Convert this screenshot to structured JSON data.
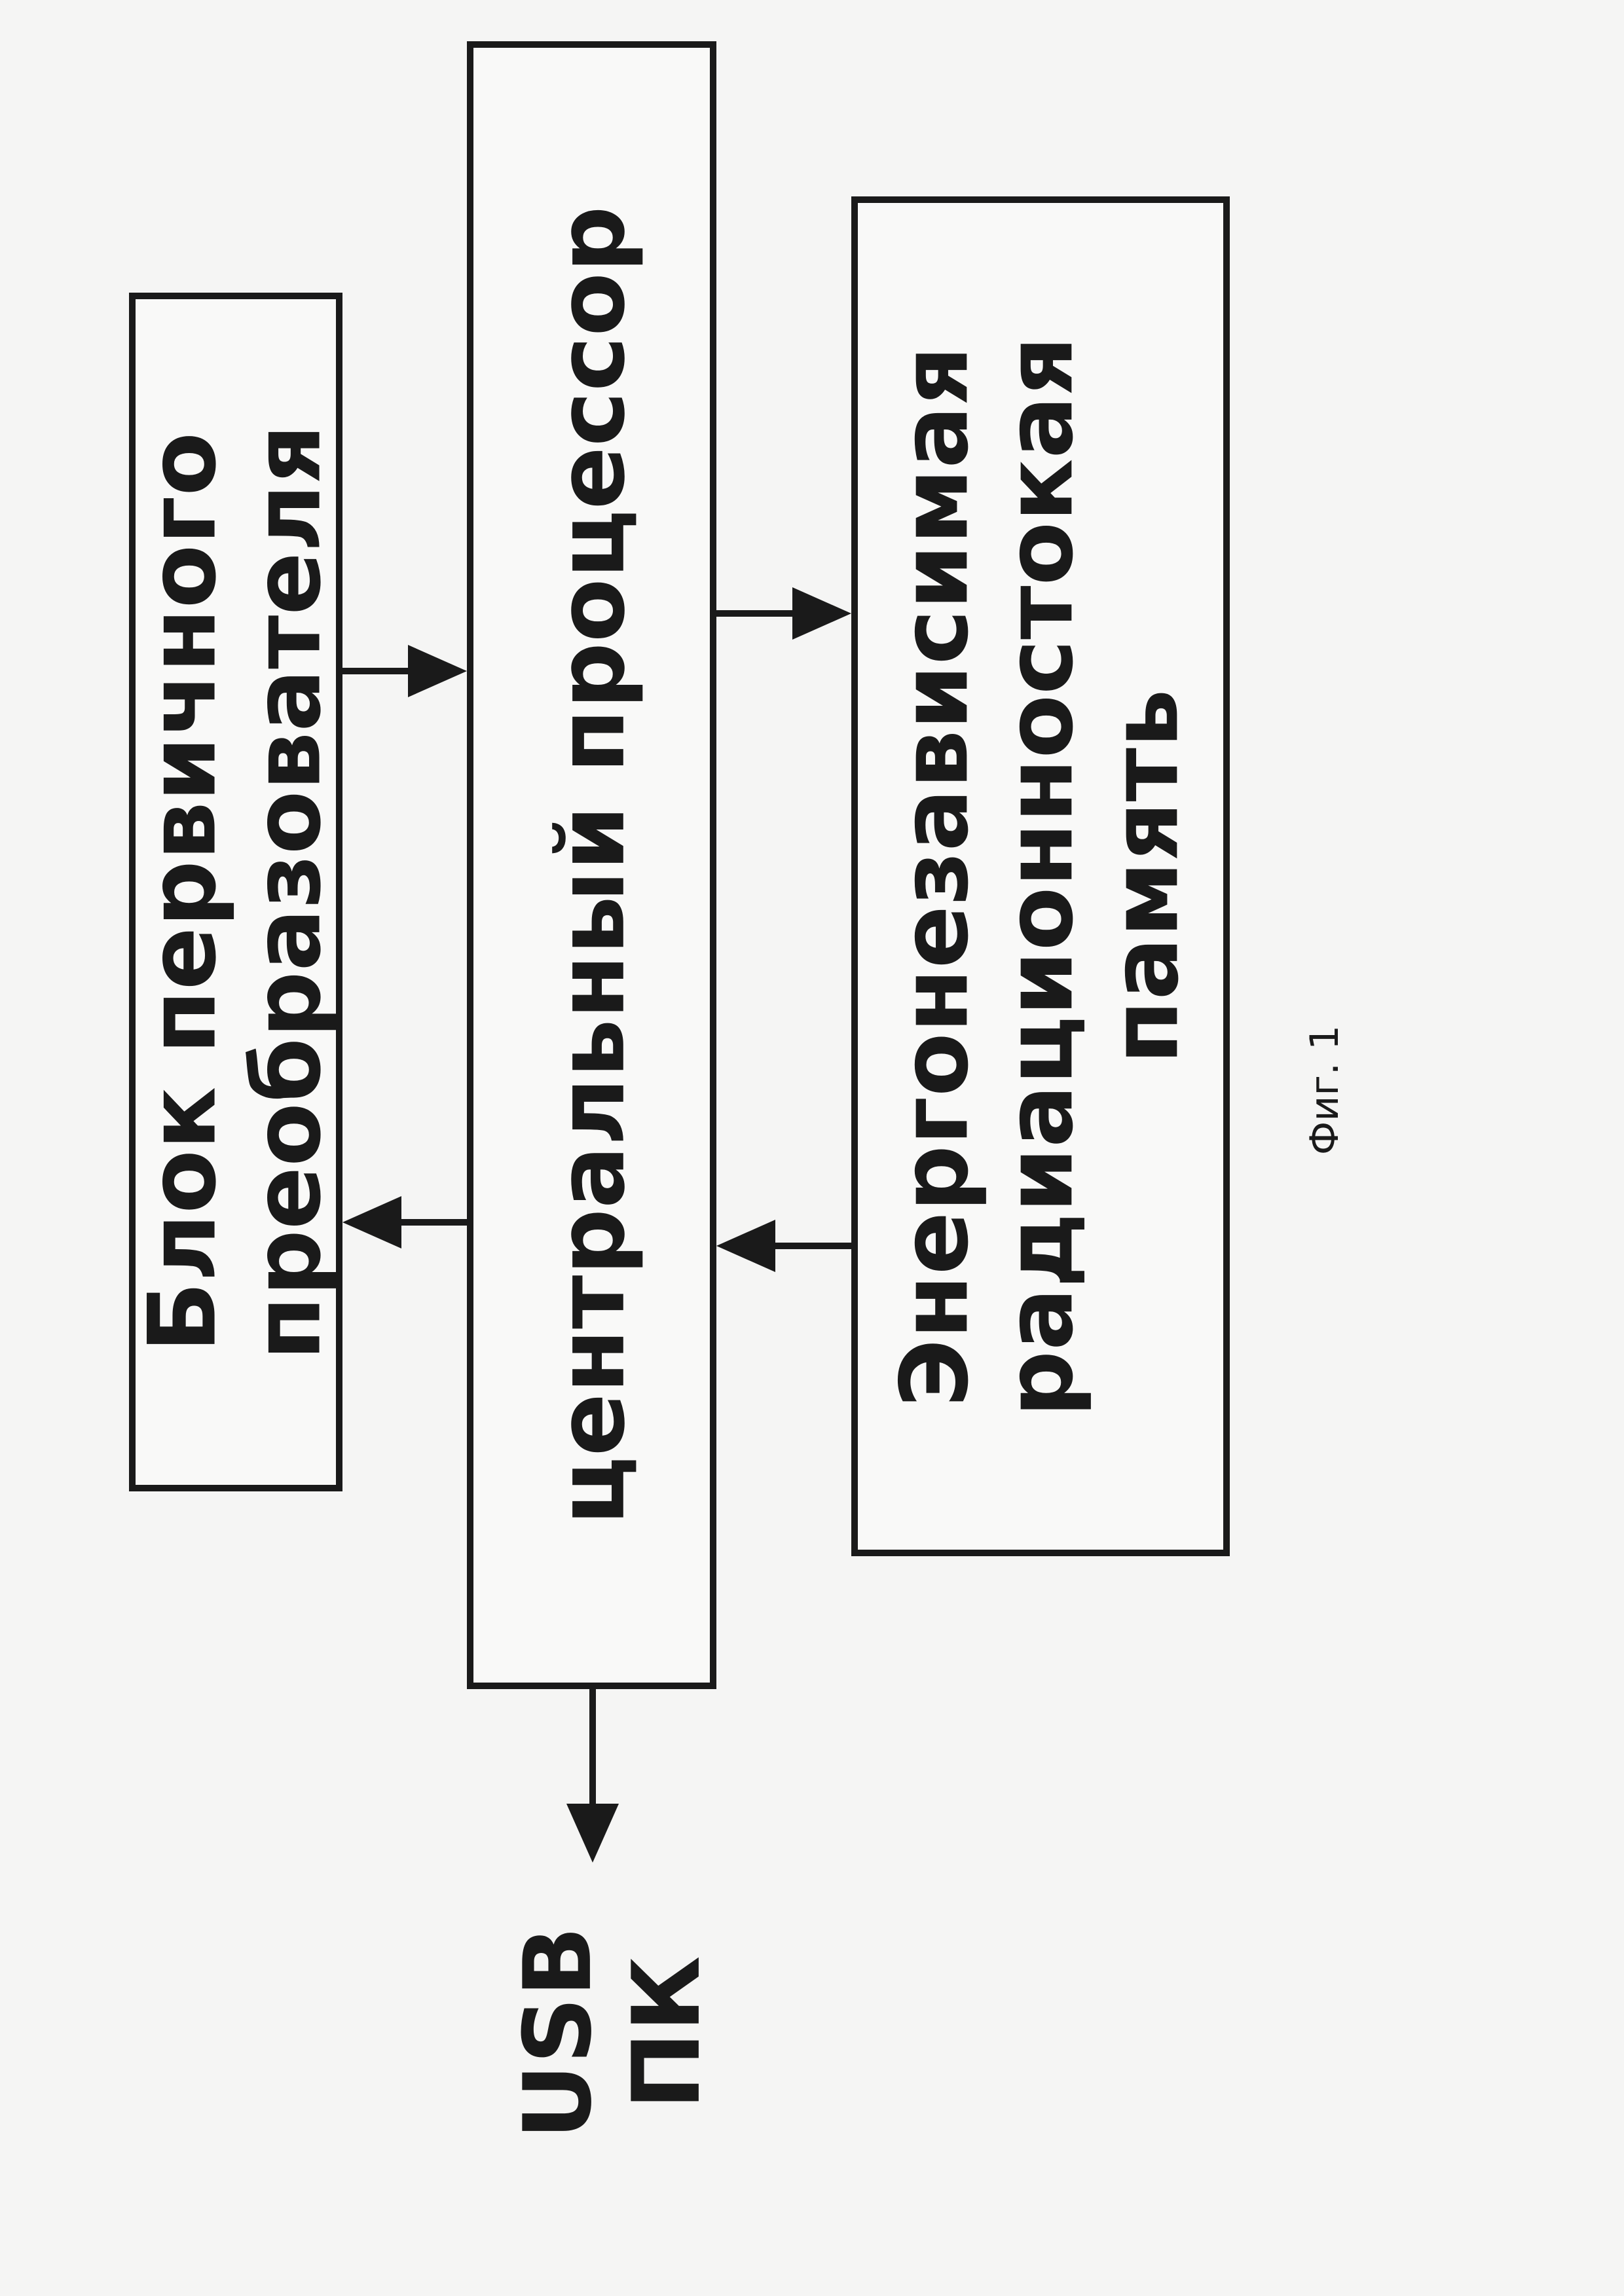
{
  "colors": {
    "ink": "#1a1a1a",
    "paper": "#f5f5f4",
    "box_fill": "#f9f9f8"
  },
  "figure": {
    "caption": "Фиг. 1",
    "blocks": [
      {
        "name": "primary-converter",
        "label": "Блок первичного\nпреобразователя"
      },
      {
        "name": "central-processor",
        "label": "центральный процессор"
      },
      {
        "name": "radiation-memory",
        "label": "Энергонезависимая\nрадиационностокая\nпамять"
      }
    ],
    "external_label": "USB\nПК",
    "connections": [
      {
        "from": "Блок первичного преобразователя",
        "to": "центральный процессор"
      },
      {
        "from": "центральный процессор",
        "to": "Энергонезависимая радиационностокая память"
      },
      {
        "from": "Энергонезависимая радиационностокая память",
        "to": "центральный процессор"
      },
      {
        "from": "центральный процессор",
        "to": "Блок первичного преобразователя"
      },
      {
        "from": "центральный процессор",
        "to": "USB ПК"
      }
    ]
  }
}
